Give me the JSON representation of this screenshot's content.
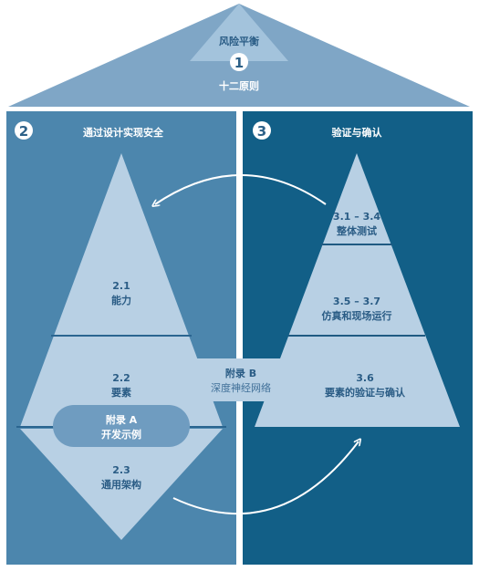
{
  "colors": {
    "roof": "#7fa6c6",
    "roof_top": "#9fc0da",
    "left_panel": "#4c86ad",
    "right_panel": "#125f87",
    "shape_fill": "#b8d0e4",
    "pill_fill": "#6f9cc0",
    "divider": "#1f5a82",
    "arrow": "#ffffff"
  },
  "roof": {
    "top_label": "风险平衡",
    "number": "1",
    "label": "十二原则"
  },
  "left_panel": {
    "number": "2",
    "title": "通过设计实现安全",
    "sections": [
      {
        "id": "2.1",
        "label": "能力"
      },
      {
        "id": "2.2",
        "label": "要素"
      },
      {
        "id": "2.3",
        "label": "通用架构"
      }
    ],
    "appendix_a": {
      "title": "附录 A",
      "subtitle": "开发示例"
    }
  },
  "right_panel": {
    "number": "3",
    "title": "验证与确认",
    "sections": [
      {
        "id": "3.1 – 3.4",
        "label": "整体测试"
      },
      {
        "id": "3.5 – 3.7",
        "label": "仿真和现场运行"
      },
      {
        "id": "3.6",
        "label": "要素的验证与确认"
      }
    ]
  },
  "appendix_b": {
    "title": "附录 B",
    "subtitle": "深度神经网络"
  }
}
